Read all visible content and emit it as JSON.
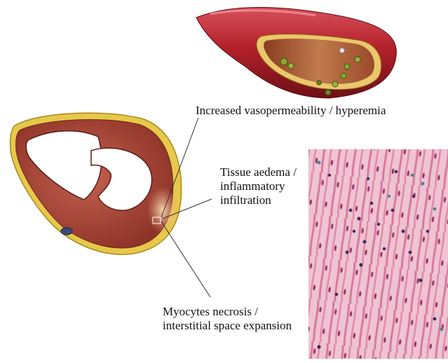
{
  "labels": {
    "vasopermeability": "Increased vasopermeability / hyperemia",
    "aedema_line1": "Tissue aedema /",
    "aedema_line2": "inflammatory",
    "aedema_line3": "infiltration",
    "necrosis_line1": "Myocytes necrosis /",
    "necrosis_line2": "interstitial space expansion"
  },
  "colors": {
    "vessel_red": "#b3202a",
    "vessel_dark": "#7a1018",
    "lumen_tan": "#b9734a",
    "fat_yellow": "#e8cf5a",
    "myocardium": "#a8453a",
    "lesion_pale": "#f0c79a",
    "histo_pink": "#e7a6bd",
    "histo_nucleus": "#3f2a5c",
    "cell_green": "#7a9a2a"
  }
}
